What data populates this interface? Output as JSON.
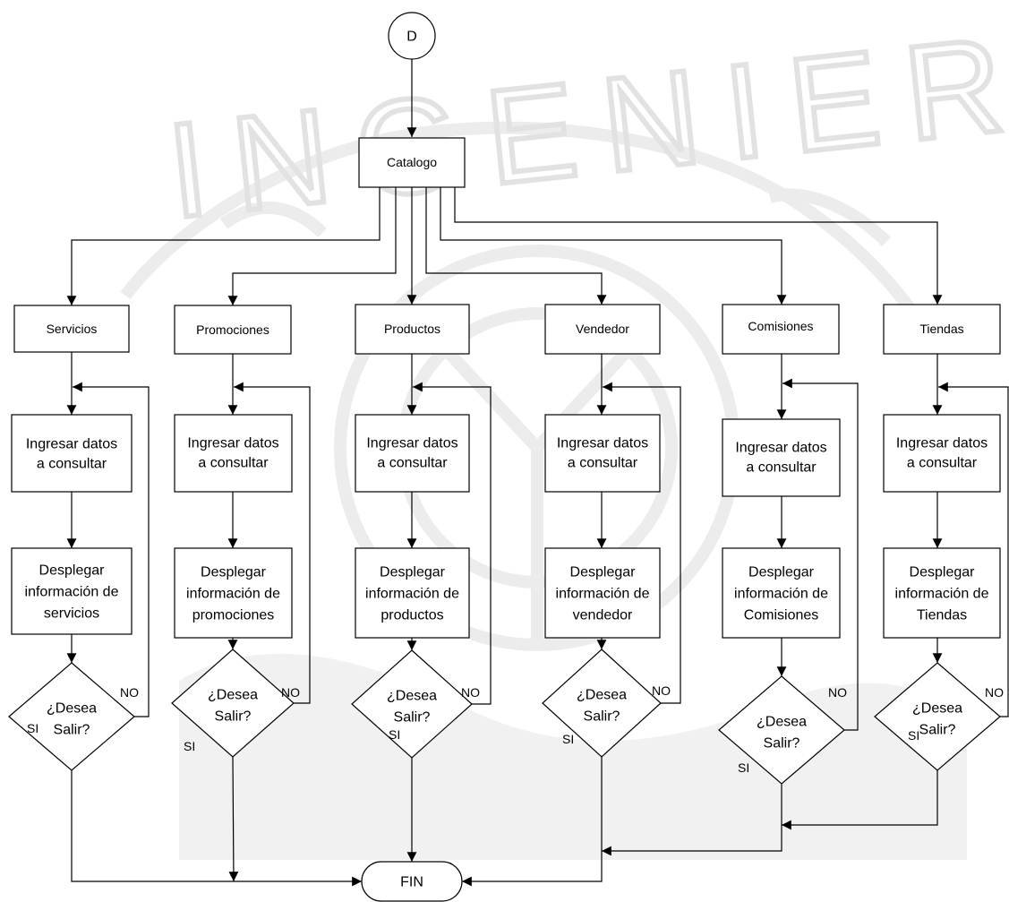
{
  "watermark": {
    "text": "INGENIERIA"
  },
  "start_node": {
    "label": "D"
  },
  "end_node": {
    "label": "FIN"
  },
  "catalog_node": {
    "label": "Catalogo"
  },
  "branches": [
    {
      "id": "servicios",
      "title": "Servicios",
      "input": [
        "Ingresar datos",
        "a consultar"
      ],
      "display": [
        "Desplegar",
        "información de",
        "servicios"
      ],
      "question": [
        "¿Desea",
        "Salir?"
      ],
      "yes_label": "SI",
      "no_label": "NO"
    },
    {
      "id": "promociones",
      "title": "Promociones",
      "input": [
        "Ingresar datos",
        "a consultar"
      ],
      "display": [
        "Desplegar",
        "información de",
        "promociones"
      ],
      "question": [
        "¿Desea",
        "Salir?"
      ],
      "yes_label": "SI",
      "no_label": "NO"
    },
    {
      "id": "productos",
      "title": "Productos",
      "input": [
        "Ingresar datos",
        "a consultar"
      ],
      "display": [
        "Desplegar",
        "información de",
        "productos"
      ],
      "question": [
        "¿Desea",
        "Salir?"
      ],
      "yes_label": "SI",
      "no_label": "NO"
    },
    {
      "id": "vendedor",
      "title": "Vendedor",
      "input": [
        "Ingresar datos",
        "a consultar"
      ],
      "display": [
        "Desplegar",
        "información de",
        "vendedor"
      ],
      "question": [
        "¿Desea",
        "Salir?"
      ],
      "yes_label": "SI",
      "no_label": "NO"
    },
    {
      "id": "comisiones",
      "title": "Comisiones",
      "input": [
        "Ingresar datos",
        "a consultar"
      ],
      "display": [
        "Desplegar",
        "información de",
        "Comisiones"
      ],
      "question": [
        "¿Desea",
        "Salir?"
      ],
      "yes_label": "SI",
      "no_label": "NO"
    },
    {
      "id": "tiendas",
      "title": "Tiendas",
      "input": [
        "Ingresar datos",
        "a consultar"
      ],
      "display": [
        "Desplegar",
        "información de",
        "Tiendas"
      ],
      "question": [
        "¿Desea",
        "Salir?"
      ],
      "yes_label": "SI",
      "no_label": "NO"
    }
  ]
}
